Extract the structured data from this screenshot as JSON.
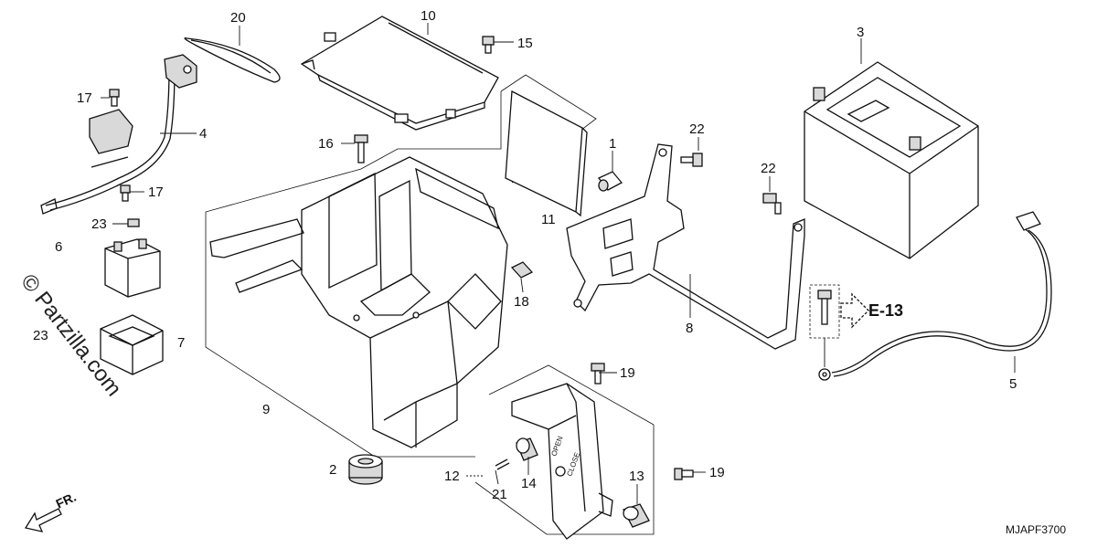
{
  "diagram": {
    "code": "MJAPF3700",
    "reference": "E-13",
    "direction_label": "FR.",
    "watermark": "© Partzilla.com",
    "tiny_labels": {
      "open": "OPEN",
      "close": "CLOSE"
    },
    "callouts": {
      "c1": "1",
      "c2": "2",
      "c3": "3",
      "c4": "4",
      "c5": "5",
      "c6": "6",
      "c7": "7",
      "c8": "8",
      "c9": "9",
      "c10": "10",
      "c11": "11",
      "c12": "12",
      "c13": "13",
      "c14": "14",
      "c15": "15",
      "c16": "16",
      "c17a": "17",
      "c17b": "17",
      "c18": "18",
      "c19a": "19",
      "c19b": "19",
      "c20": "20",
      "c21": "21",
      "c22a": "22",
      "c22b": "22",
      "c23a": "23",
      "c23b": "23"
    }
  }
}
